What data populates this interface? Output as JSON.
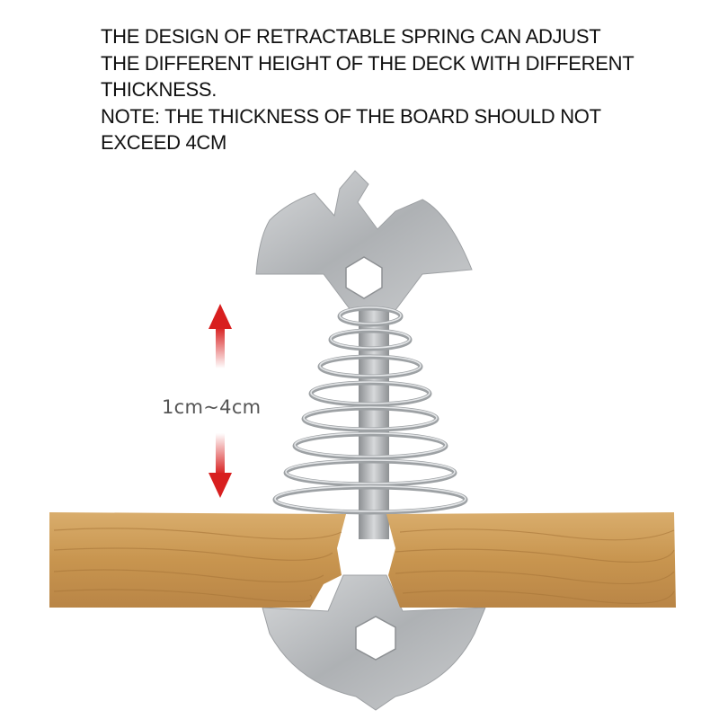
{
  "caption": {
    "lines": [
      "THE DESIGN OF RETRACTABLE SPRING CAN ADJUST",
      "THE DIFFERENT HEIGHT OF THE DECK WITH DIFFERENT",
      "THICKNESS.",
      "NOTE: THE THICKNESS OF THE BOARD SHOULD NOT",
      "EXCEED 4CM"
    ]
  },
  "range_label": "1cm~4cm",
  "colors": {
    "arrow": "#d81f1f",
    "steel": "#b9bcbe",
    "wood": "#c99a5a"
  }
}
